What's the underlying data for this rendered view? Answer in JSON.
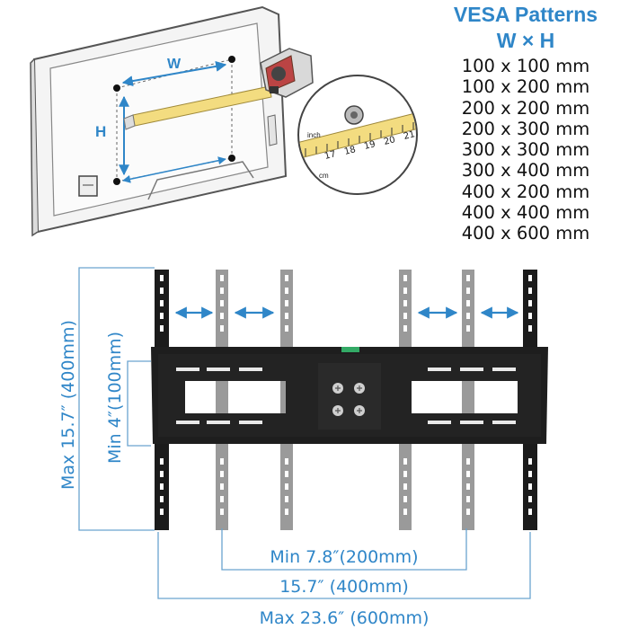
{
  "vesa": {
    "title": "VESA Patterns",
    "subtitle": "W × H",
    "patterns": [
      "100 x 100 mm",
      "100 x 200 mm",
      "200 x 200 mm",
      "200 x 300 mm",
      "300 x 300 mm",
      "300 x 400 mm",
      "400 x 200 mm",
      "400 x 400 mm",
      "400 x 600 mm"
    ]
  },
  "tv_illustration": {
    "width_label": "W",
    "height_label": "H",
    "tape_inch_label": "inch",
    "tape_cm_label": "cm",
    "tape_numbers": [
      "17",
      "18",
      "19",
      "20",
      "21"
    ]
  },
  "dimensions": {
    "max_height": "Max 15.7″ (400mm)",
    "min_height": "Min 4″(100mm)",
    "min_width": "Min 7.8″(200mm)",
    "mid_width": "15.7″ (400mm)",
    "max_width": "Max 23.6″ (600mm)"
  },
  "colors": {
    "accent": "#2f86c8",
    "dimension_line": "#6aa3cf",
    "bracket": "#1b1b1b",
    "arm_gray": "#9a9a9a",
    "tape_yellow": "#f3dc80"
  }
}
